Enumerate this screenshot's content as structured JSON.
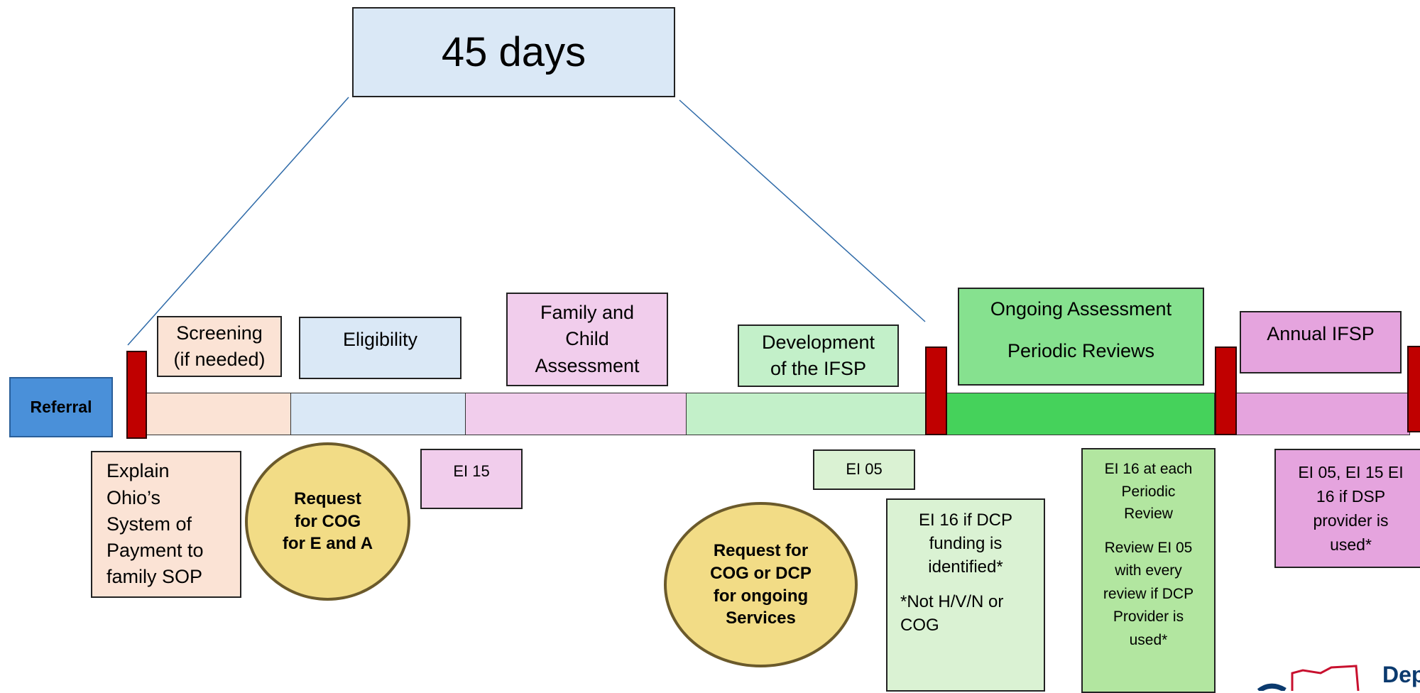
{
  "colors": {
    "referral": "#4a90d9",
    "screening": "#fbe3d5",
    "eligibility": "#dae8f6",
    "family": "#f1cdec",
    "development": "#c3f0c9",
    "ongoing_bar": "#45d25b",
    "ongoing_box": "#86e18f",
    "annual": "#e5a4de",
    "marker": "#c00000",
    "oval": "#f2dc86",
    "connector": "#2e6aa8",
    "logo_red": "#c8102e",
    "logo_blue": "#0b3a6e"
  },
  "title_box": "45 days",
  "referral": "Referral",
  "phases": {
    "screening": "Screening\n(if needed)",
    "eligibility": "Eligibility",
    "family": "Family and\nChild\nAssessment",
    "development": "Development\nof the IFSP",
    "ongoing_line1": "Ongoing Assessment",
    "ongoing_line2": "Periodic Reviews",
    "annual": "Annual IFSP"
  },
  "notes": {
    "explain_sop": "Explain\nOhio’s\nSystem of\nPayment to\nfamily SOP",
    "cog_ea": "Request\nfor COG\nfor E and A",
    "ei15": "EI 15",
    "ei05": "EI 05",
    "cog_dcp": "Request for\nCOG or DCP\nfor ongoing\nServices",
    "ei16_dcp": "EI 16 if DCP\nfunding is\nidentified*",
    "not_hvn": "*Not H/V/N or\nCOG",
    "ei16_periodic": "EI 16 at each\nPeriodic\nReview",
    "review_ei05": "Review EI 05\nwith every\nreview if DCP\nProvider is\nused*",
    "annual_forms": "EI 05, EI 15 EI\n16 if DSP\nprovider is\nused*"
  },
  "logo_text": "Dep"
}
